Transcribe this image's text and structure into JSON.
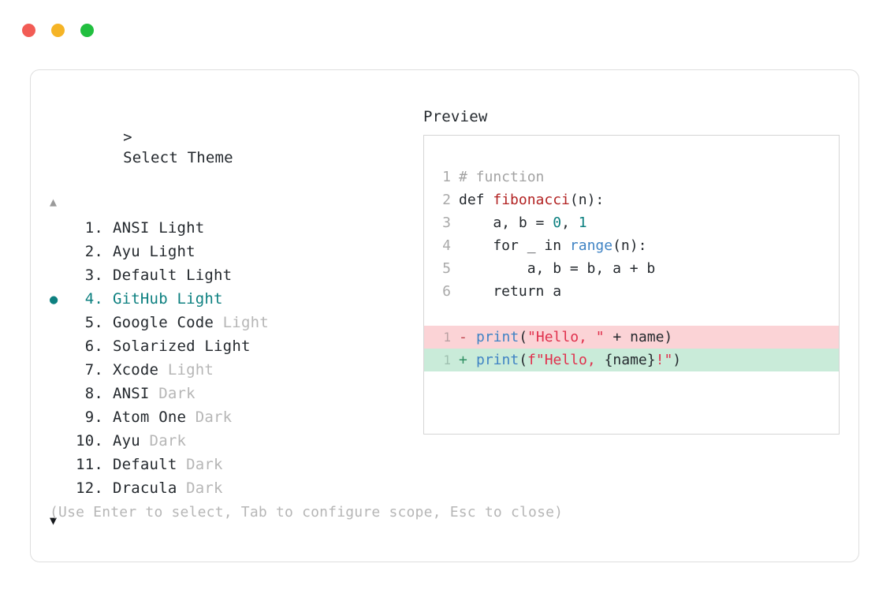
{
  "window": {
    "traffic_lights": [
      {
        "name": "close",
        "color": "#f25c55"
      },
      {
        "name": "minimize",
        "color": "#f5b426"
      },
      {
        "name": "maximize",
        "color": "#21bf3f"
      }
    ]
  },
  "prompt": {
    "marker": ">",
    "title": "Select Theme",
    "scroll_up": "▲",
    "scroll_down": "▼",
    "selected_index": 4,
    "bullet": "●",
    "accent_color": "#0d8080"
  },
  "themes": [
    {
      "index": "1.",
      "name": "ANSI",
      "suffix": "Light",
      "suffix_muted": false
    },
    {
      "index": "2.",
      "name": "Ayu",
      "suffix": "Light",
      "suffix_muted": false
    },
    {
      "index": "3.",
      "name": "Default",
      "suffix": "Light",
      "suffix_muted": false
    },
    {
      "index": "4.",
      "name": "GitHub",
      "suffix": "Light",
      "suffix_muted": false
    },
    {
      "index": "5.",
      "name": "Google Code",
      "suffix": "Light",
      "suffix_muted": true
    },
    {
      "index": "6.",
      "name": "Solarized",
      "suffix": "Light",
      "suffix_muted": false
    },
    {
      "index": "7.",
      "name": "Xcode",
      "suffix": "Light",
      "suffix_muted": true
    },
    {
      "index": "8.",
      "name": "ANSI",
      "suffix": "Dark",
      "suffix_muted": true
    },
    {
      "index": "9.",
      "name": "Atom One",
      "suffix": "Dark",
      "suffix_muted": true
    },
    {
      "index": "10.",
      "name": "Ayu",
      "suffix": "Dark",
      "suffix_muted": true
    },
    {
      "index": "11.",
      "name": "Default",
      "suffix": "Dark",
      "suffix_muted": true
    },
    {
      "index": "12.",
      "name": "Dracula",
      "suffix": "Dark",
      "suffix_muted": true
    }
  ],
  "preview": {
    "heading": "Preview",
    "code_lines": [
      {
        "num": "1",
        "tokens": [
          {
            "t": "# function",
            "c": "comment"
          }
        ]
      },
      {
        "num": "2",
        "tokens": [
          {
            "t": "def ",
            "c": "plain"
          },
          {
            "t": "fibonacci",
            "c": "func"
          },
          {
            "t": "(n):",
            "c": "punct"
          }
        ]
      },
      {
        "num": "3",
        "tokens": [
          {
            "t": "    a, b = ",
            "c": "plain"
          },
          {
            "t": "0",
            "c": "num"
          },
          {
            "t": ", ",
            "c": "plain"
          },
          {
            "t": "1",
            "c": "num"
          }
        ]
      },
      {
        "num": "4",
        "tokens": [
          {
            "t": "    for _ in ",
            "c": "plain"
          },
          {
            "t": "range",
            "c": "builtin"
          },
          {
            "t": "(n):",
            "c": "punct"
          }
        ]
      },
      {
        "num": "5",
        "tokens": [
          {
            "t": "        a, b = b, a + b",
            "c": "plain"
          }
        ]
      },
      {
        "num": "6",
        "tokens": [
          {
            "t": "    return a",
            "c": "plain"
          }
        ]
      }
    ],
    "diff_lines": [
      {
        "num": "1",
        "kind": "del",
        "mark": "-",
        "tokens": [
          {
            "t": "print",
            "c": "call"
          },
          {
            "t": "(",
            "c": "punct"
          },
          {
            "t": "\"Hello, \"",
            "c": "str"
          },
          {
            "t": " + name)",
            "c": "plain"
          }
        ]
      },
      {
        "num": "1",
        "kind": "add",
        "mark": "+",
        "tokens": [
          {
            "t": "print",
            "c": "call"
          },
          {
            "t": "(",
            "c": "punct"
          },
          {
            "t": "f\"Hello, ",
            "c": "str"
          },
          {
            "t": "{name}",
            "c": "plain"
          },
          {
            "t": "!\"",
            "c": "str"
          },
          {
            "t": ")",
            "c": "punct"
          }
        ]
      }
    ],
    "diff_del_bg": "#fbd3d6",
    "diff_add_bg": "#c9ebd9"
  },
  "hint": "(Use Enter to select, Tab to configure scope, Esc to close)"
}
